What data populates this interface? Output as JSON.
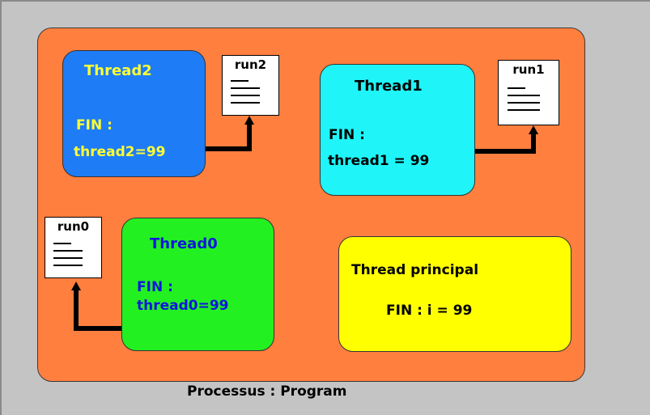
{
  "diagram": {
    "process_label": "Processus : Program",
    "threads": {
      "thread2": {
        "title": "Thread2",
        "fin_label": "FIN :",
        "fin_value": "thread2=99"
      },
      "thread1": {
        "title": "Thread1",
        "fin_label": "FIN :",
        "fin_value": "thread1 = 99"
      },
      "thread0": {
        "title": "Thread0",
        "fin_label": "FIN :",
        "fin_value": "thread0=99"
      },
      "main": {
        "title": "Thread principal",
        "fin_value": "FIN : i = 99"
      }
    },
    "docs": {
      "run2": {
        "title": "run2"
      },
      "run1": {
        "title": "run1"
      },
      "run0": {
        "title": "run0"
      }
    },
    "colors": {
      "background": "#c4c4c4",
      "process": "#ff7f3f",
      "thread2_fill": "#1e7cf6",
      "thread2_text": "#ffff33",
      "thread1_fill": "#1ff5f8",
      "thread0_fill": "#23f021",
      "thread0_text": "#1014e0",
      "main_fill": "#ffff00",
      "connector": "#000000"
    }
  }
}
